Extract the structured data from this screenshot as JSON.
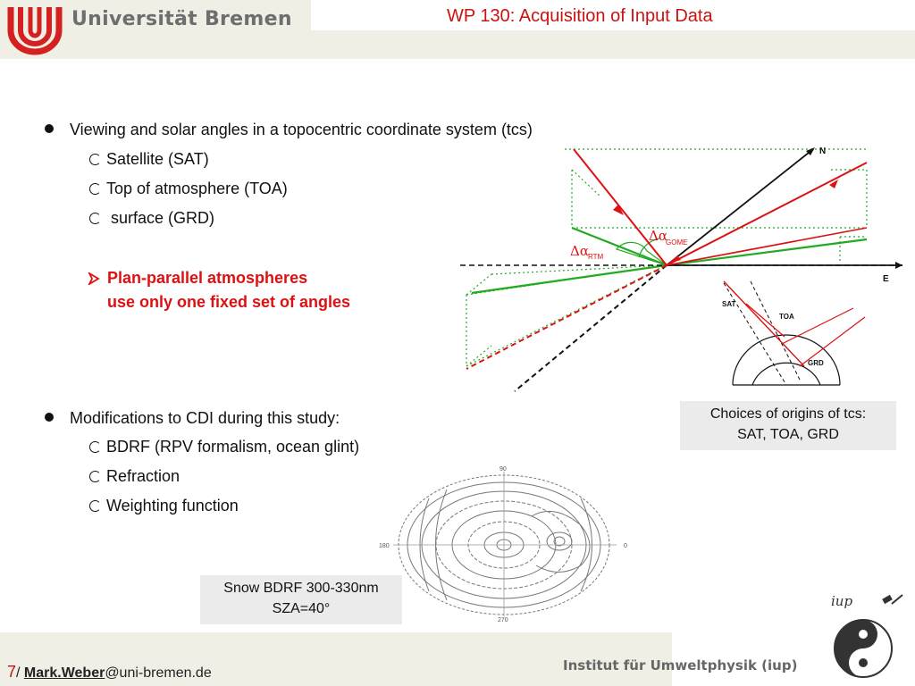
{
  "header": {
    "university": "Universität Bremen",
    "title": "WP 130: Acquisition of Input Data"
  },
  "bullets": {
    "b1": {
      "text": "Viewing and solar angles in a topocentric coordinate system (tcs)",
      "sub": [
        "Satellite (SAT)",
        "Top of atmosphere (TOA)",
        " surface (GRD)"
      ]
    },
    "highlight": {
      "line1": "Plan-parallel atmospheres",
      "line2": "use only one fixed set of angles"
    },
    "b2": {
      "text": "Modifications to CDI during this study:",
      "sub": [
        "BDRF (RPV formalism, ocean glint)",
        "Refraction",
        "Weighting function"
      ]
    }
  },
  "diagram": {
    "label_n": "N",
    "label_e": "E",
    "label_delta_alpha": "Δα",
    "label_gome": "GOME",
    "label_rtm": "RTM",
    "inset_sat": "SAT",
    "inset_toa": "TOA",
    "inset_grd": "GRD"
  },
  "polar_plot": {
    "top": "90",
    "bottom": "270",
    "left": "180",
    "right": "0"
  },
  "captions": {
    "tcs_line1": "Choices of origins of tcs:",
    "tcs_line2": "SAT, TOA, GRD",
    "snow_line1": "Snow BDRF 300-330nm",
    "snow_line2": "SZA=40°"
  },
  "footer": {
    "page": "7",
    "sep": "/ ",
    "name": "Mark.Weber",
    "email": "@uni-bremen.de",
    "institute": "Institut für Umweltphysik (iup)",
    "iup_logo": "iup"
  },
  "colors": {
    "accent_red": "#cc1111",
    "green": "#22aa22"
  }
}
